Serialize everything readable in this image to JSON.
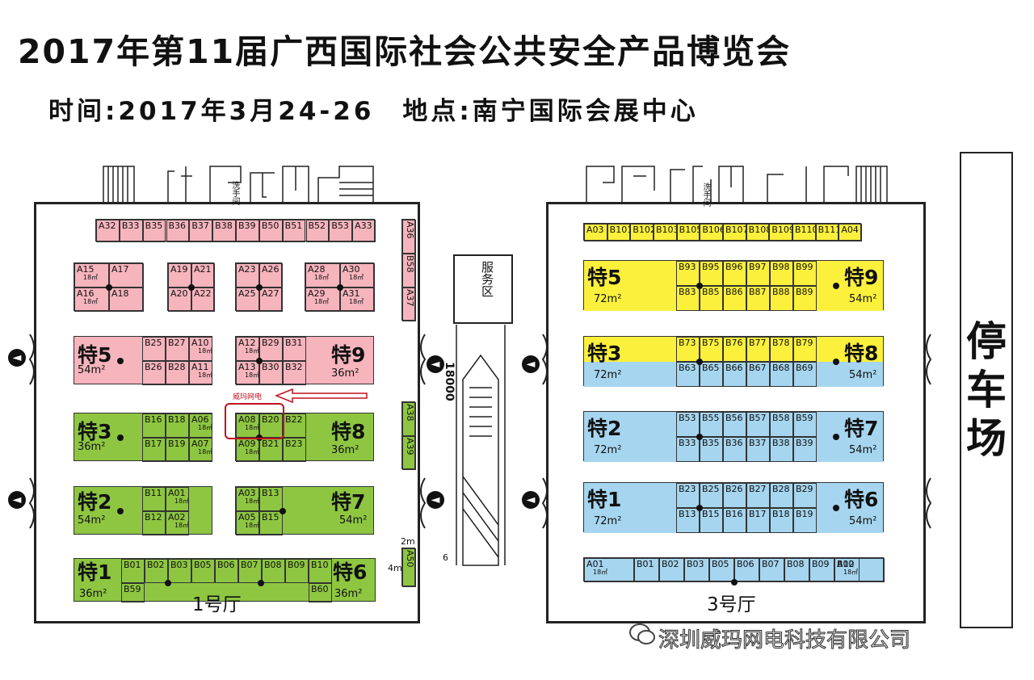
{
  "title": "2017年第11届广西国际社会公共安全产品博览会",
  "subtitle": "时间:2017年3月24-26　地点:南宁国际会展中心",
  "parking": [
    "停",
    "车",
    "场"
  ],
  "service_area": "服务区",
  "restroom_label": "洗手间",
  "dimension_18000": "18000",
  "dim_2m": "2m",
  "dim_4m": "4m",
  "small_6": "6",
  "area_18": "18㎡",
  "hall1": {
    "label": "1号厅",
    "top_row": [
      "A32",
      "B33",
      "B35",
      "B36",
      "B37",
      "B38",
      "B39",
      "B50",
      "B51",
      "B52",
      "B53",
      "A33"
    ],
    "right_col_top": [
      "A36",
      "B58",
      "A37"
    ],
    "right_col_mid": [
      "A38",
      "A39"
    ],
    "right_col_bot": "A50",
    "q1": [
      "A15",
      "A17",
      "A16",
      "A18"
    ],
    "q2": [
      "A19",
      "A21",
      "A20",
      "A22"
    ],
    "q3": [
      "A23",
      "A26",
      "A25",
      "A27"
    ],
    "q4": [
      "A28",
      "A30",
      "A29",
      "A31"
    ],
    "te5": {
      "name": "特5",
      "area": "54m²",
      "cells": [
        "B25",
        "B27",
        "A10",
        "B26",
        "B28",
        "A11"
      ]
    },
    "te9": {
      "name": "特9",
      "area": "36m²",
      "cells": [
        "A12",
        "B29",
        "B31",
        "A13",
        "B30",
        "B32"
      ]
    },
    "te3": {
      "name": "特3",
      "area": "36m²",
      "cells": [
        "B16",
        "B18",
        "A06",
        "B17",
        "B19",
        "A07"
      ]
    },
    "te8": {
      "name": "特8",
      "area": "36m²",
      "cells": [
        "A08",
        "B20",
        "B22",
        "A09",
        "B21",
        "B23"
      ]
    },
    "te2": {
      "name": "特2",
      "area": "54m²",
      "cells": [
        "B11",
        "A01",
        "B12",
        "A02"
      ]
    },
    "te7": {
      "name": "特7",
      "area": "54m²",
      "cells": [
        "A03",
        "B13",
        "A05",
        "B15"
      ]
    },
    "te1": {
      "name": "特1",
      "area": "36m²",
      "cells": [
        "B01",
        "B02",
        "B03",
        "B05",
        "B06",
        "B07",
        "B08",
        "B09",
        "B10"
      ],
      "extra": "B59"
    },
    "te6": {
      "name": "特6",
      "area": "36m²",
      "extra": "B60"
    },
    "highlight_label": "威玛网电"
  },
  "hall3": {
    "label": "3号厅",
    "top_row": [
      "A03",
      "B101",
      "B102",
      "B103",
      "B105",
      "B106",
      "B107",
      "B108",
      "B109",
      "B110",
      "B111",
      "A04"
    ],
    "r1": {
      "left": "特5",
      "left_area": "72m²",
      "right": "特9",
      "right_area": "54m²",
      "cells": [
        "B93",
        "B95",
        "B96",
        "B97",
        "B98",
        "B99",
        "B83",
        "B85",
        "B86",
        "B87",
        "B88",
        "B89"
      ]
    },
    "r2": {
      "left": "特3",
      "left_area": "72m²",
      "right": "特8",
      "right_area": "54m²",
      "cells": [
        "B73",
        "B75",
        "B76",
        "B77",
        "B78",
        "B79",
        "B63",
        "B65",
        "B66",
        "B67",
        "B68",
        "B69"
      ]
    },
    "r3": {
      "left": "特2",
      "left_area": "72m²",
      "right": "特7",
      "right_area": "54m²",
      "cells": [
        "B53",
        "B55",
        "B56",
        "B57",
        "B58",
        "B59",
        "B33",
        "B35",
        "B36",
        "B37",
        "B38",
        "B39"
      ]
    },
    "r4": {
      "left": "特1",
      "left_area": "72m²",
      "right": "特6",
      "right_area": "54m²",
      "cells": [
        "B23",
        "B25",
        "B26",
        "B27",
        "B28",
        "B29",
        "B13",
        "B15",
        "B16",
        "B17",
        "B18",
        "B19"
      ]
    },
    "bottom_row": [
      "A01",
      "B01",
      "B02",
      "B03",
      "B05",
      "B06",
      "B07",
      "B08",
      "B09",
      "B10",
      "A02"
    ]
  },
  "watermark": "深圳威玛网电科技有限公司",
  "colors": {
    "pink": "#f6b4bd",
    "green": "#8ec641",
    "yellow": "#fbf03c",
    "blue": "#a6d5ef",
    "highlight": "#c0121f"
  }
}
